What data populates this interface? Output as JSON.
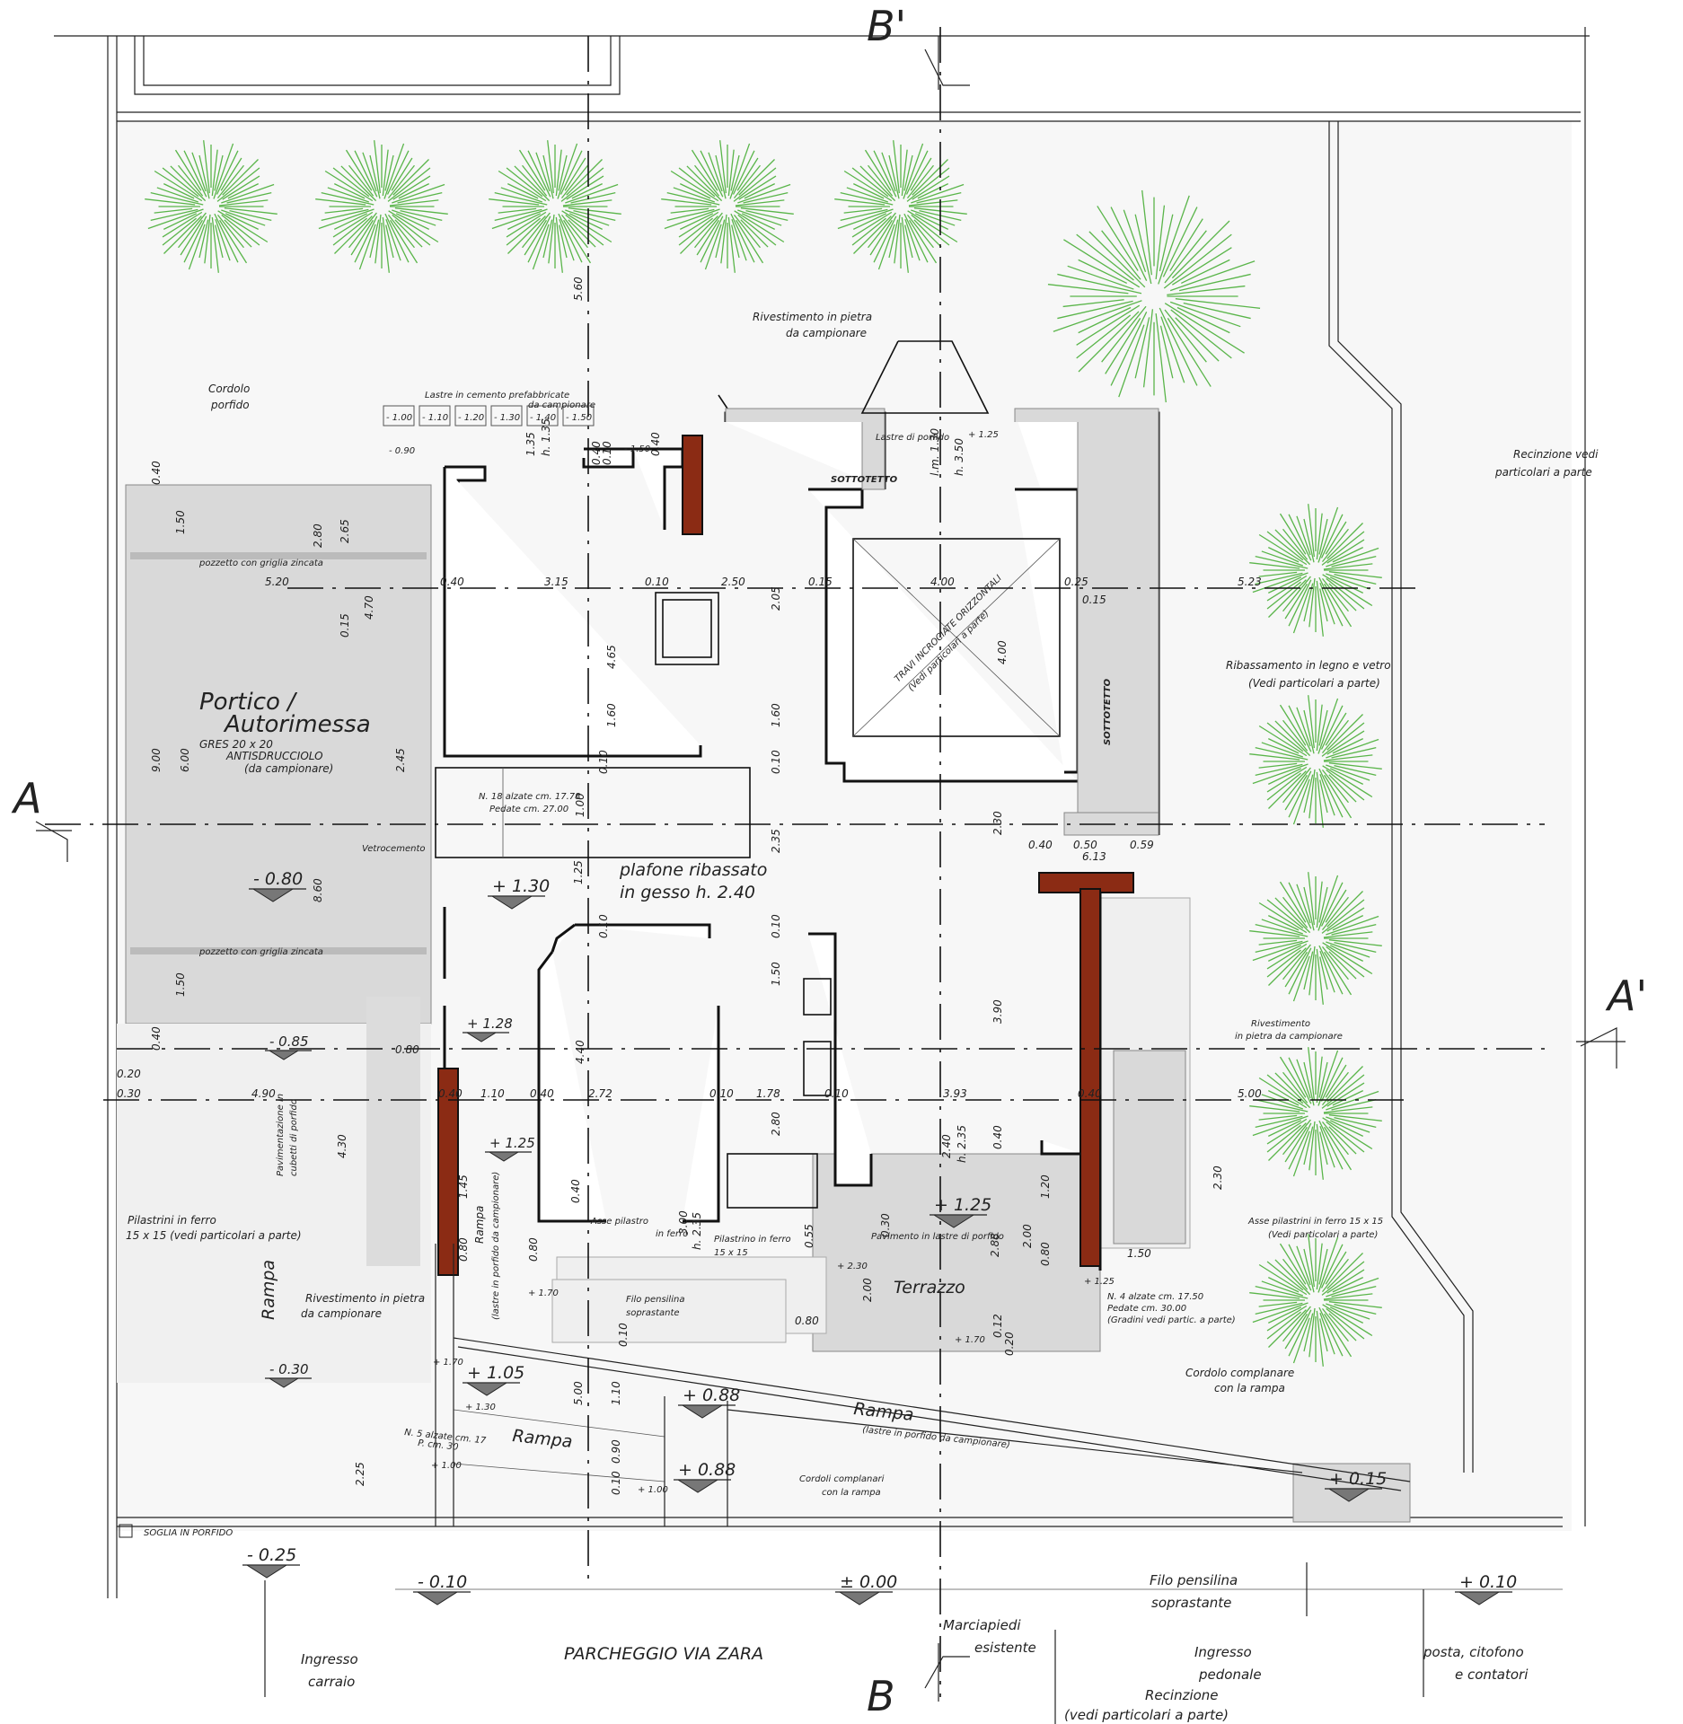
{
  "section_marks": {
    "a_left": "A",
    "a_right": "A'",
    "b_top": "B'",
    "b_bottom": "B"
  },
  "rooms": {
    "portico": "Portico /",
    "autorimessa": "Autorimessa",
    "gres": "GRES 20 x 20",
    "antisdrucciolo": "ANTISDRUCCIOLO",
    "da_campionare": "(da campionare)",
    "plafone_1": "plafone ribassato",
    "plafone_2": "in gesso h. 2.40",
    "terrazzo": "Terrazzo",
    "sottotetto_top": "SOTTOTETTO",
    "sottotetto_right": "SOTTOTETTO",
    "travi_1": "TRAVI INCROCIATE ORIZZONTALI",
    "travi_2": "(Vedi particolari a parte)"
  },
  "notes": {
    "rivestimento_top_1": "Rivestimento in pietra",
    "rivestimento_top_2": "da campionare",
    "cordolo_porfido_1": "Cordolo",
    "cordolo_porfido_2": "porfido",
    "lastre_1": "Lastre in cemento prefabbricate",
    "lastre_2": "da campionare",
    "recinzione_1": "Recinzione vedi",
    "recinzione_2": "particolari a parte",
    "ribassamento_1": "Ribassamento in legno e vetro",
    "ribassamento_2": "(Vedi particolari a parte)",
    "pozzetto_1": "pozzetto con griglia zincata",
    "pozzetto_2": "pozzetto con griglia zincata",
    "vetrocemento": "Vetrocemento",
    "alzate_18_1": "N. 18 alzate cm. 17.78",
    "alzate_18_2": "Pedate cm. 27.00",
    "rivestimento_right_1": "Rivestimento",
    "rivestimento_right_2": "in pietra da campionare",
    "pilastrini_left_1": "Pilastrini in ferro",
    "pilastrini_left_2": "15 x 15 (vedi particolari a parte)",
    "pavimentazione_1": "Pavimentazione in",
    "pavimentazione_2": "cubetti di porfido",
    "rivestimento_bl_1": "Rivestimento in pietra",
    "rivestimento_bl_2": "da campionare",
    "rampa_left": "Rampa",
    "rampa_small": "Rampa",
    "rampa_small_note": "(lastre in porfido da campionare)",
    "asse_pilastro_1": "Asse pilastro",
    "asse_pilastro_2": "in ferro",
    "pilastrino_1": "Pilastrino in ferro",
    "pilastrino_2": "15 x 15",
    "filo_pens_1": "Filo pensilina",
    "filo_pens_2": "soprastante",
    "pavimento_lastre": "Pavimento in lastre di porfido",
    "asse_pilastrini_right_1": "Asse pilastrini in ferro 15 x 15",
    "asse_pilastrini_right_2": "(Vedi particolari a parte)",
    "alzate_4_1": "N. 4 alzate cm. 17.50",
    "alzate_4_2": "Pedate cm. 30.00",
    "alzate_4_3": "(Gradini vedi partic. a parte)",
    "cordolo_rampa_1": "Cordolo complanare",
    "cordolo_rampa_2": "con la rampa",
    "rampa_main": "Rampa",
    "rampa_main_note": "(lastre in porfido da campionare)",
    "cordoli_1": "Cordoli complanari",
    "cordoli_2": "con la rampa",
    "alzate_5_1": "N. 5 alzate cm. 17",
    "alzate_5_2": "P. cm. 30",
    "rampa_lower": "Rampa",
    "soglia": "SOGLIA IN PORFIDO",
    "lastre_porfido": "Lastre di porfido"
  },
  "bottom_labels": {
    "parcheggio": "PARCHEGGIO VIA ZARA",
    "ingresso_carraio_1": "Ingresso",
    "ingresso_carraio_2": "carraio",
    "marciapiedi_1": "Marciapiedi",
    "marciapiedi_2": "esistente",
    "filo_1": "Filo pensilina",
    "filo_2": "soprastante",
    "ingresso_pedonale_1": "Ingresso",
    "ingresso_pedonale_2": "pedonale",
    "recinzione_1": "Recinzione",
    "recinzione_2": "(vedi particolari a parte)",
    "posta_1": "posta, citofono",
    "posta_2": "e contatori"
  },
  "levels": {
    "minus_080": "- 0.80",
    "plus_130": "+ 1.30",
    "plus_128": "+ 1.28",
    "plus_125_left": "+ 1.25",
    "plus_125_terr": "+ 1.25",
    "minus_085": "- 0.85",
    "minus_030": "- 0.30",
    "plus_105": "+ 1.05",
    "plus_088_a": "+ 0.88",
    "plus_088_b": "+ 0.88",
    "plus_015": "+ 0.15",
    "minus_025": "- 0.25",
    "minus_010": "- 0.10",
    "zero": "± 0.00",
    "plus_010": "+ 0.10",
    "plus_170_a": "+ 1.70",
    "plus_170_b": "+ 1.70",
    "plus_170_c": "+ 1.70",
    "plus_230": "+ 2.30",
    "plus_125_small": "+ 1.25",
    "plus_130_small": "+ 1.30",
    "plus_100_a": "+ 1.00",
    "plus_100_b": "+ 1.00",
    "minus_090": "- 0.90",
    "minus_150": "- 1.50",
    "plus_125_stair": "+ 1.25",
    "level_row": [
      "- 1.00",
      "- 1.10",
      "- 1.20",
      "- 1.30",
      "- 1.40",
      "- 1.50"
    ]
  },
  "dims": {
    "d_560": "5.60",
    "d_135": "1.35",
    "d_h135": "h. 1.35",
    "d_040_a": "0.40",
    "d_040_b": "0.40",
    "d_010_a": "0.10",
    "d_040_c": "0.40",
    "d_280": "2.80",
    "d_265": "2.65",
    "d_470": "4.70",
    "d_015_a": "0.15",
    "d_150_a": "1.50",
    "d_520": "5.20",
    "d_040_d": "0.40",
    "d_315": "3.15",
    "d_010_b": "0.10",
    "d_250": "2.50",
    "d_015_b": "0.15",
    "d_400_a": "4.00",
    "d_025_a": "0.25",
    "d_015_c": "0.15",
    "d_523": "5.23",
    "d_465": "4.65",
    "d_205": "2.05",
    "d_400_b": "4.00",
    "d_160_a": "1.60",
    "d_160_b": "1.60",
    "d_900": "9.00",
    "d_600": "6.00",
    "d_245": "2.45",
    "d_010_c": "0.10",
    "d_010_d": "0.10",
    "d_100": "1.00",
    "d_235": "2.35",
    "d_230_a": "2.30",
    "d_040_e": "0.40",
    "d_050": "0.50",
    "d_059": "0.59",
    "d_613": "6.13",
    "d_125": "1.25",
    "d_860": "8.60",
    "d_010_e": "0.10",
    "d_010_f": "0.10",
    "d_150_b": "1.50",
    "d_150_c": "1.50",
    "d_440": "4.40",
    "d_390": "3.90",
    "d_080_a": "0.80",
    "d_040_f": "0.40",
    "d_020": "0.20",
    "d_030": "0.30",
    "d_490": "4.90",
    "d_040_g": "0.40",
    "d_110": "1.10",
    "d_040_h": "0.40",
    "d_272": "2.72",
    "d_010_g": "0.10",
    "d_178": "1.78",
    "d_010_h": "0.10",
    "d_393": "3.93",
    "d_040_i": "0.40",
    "d_500": "5.00",
    "d_430": "4.30",
    "d_280_b": "2.80",
    "d_240": "2.40",
    "d_h235": "h. 2.35",
    "d_040_j": "0.40",
    "d_145": "1.45",
    "d_080_b": "0.80",
    "d_080_c": "0.80",
    "d_040_k": "0.40",
    "d_300": "3.00",
    "d_h235_b": "h. 2.35",
    "d_055": "0.55",
    "d_030_b": "0.30",
    "d_120": "1.20",
    "d_200_a": "2.00",
    "d_230_b": "2.30",
    "d_288": "2.88",
    "d_200_b": "2.00",
    "d_080_d": "0.80",
    "d_080_e": "0.80",
    "d_150_d": "1.50",
    "d_012": "0.12",
    "d_020_b": "0.20",
    "d_500_b": "5.00",
    "d_110_b": "1.10",
    "d_010_i": "0.10",
    "d_090": "0.90",
    "d_010_j": "0.10",
    "d_225": "2.25",
    "d_lm130": "l.m. 1.30",
    "d_h350": "h. 3.50"
  }
}
